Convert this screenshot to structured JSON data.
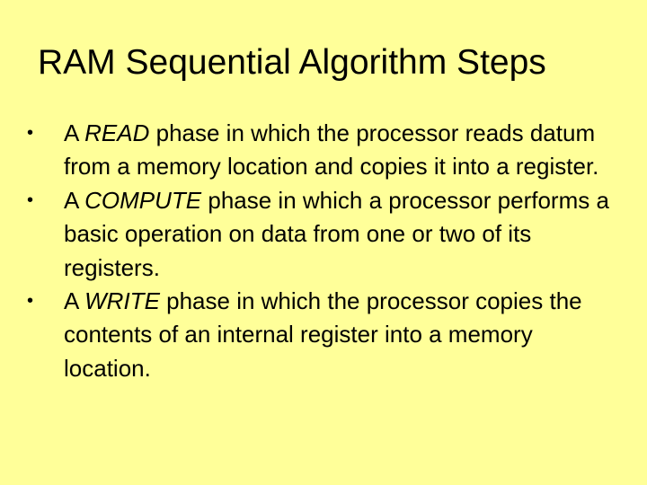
{
  "theme": {
    "background": "#FFFF99",
    "text_color": "#000000"
  },
  "slide": {
    "title": "RAM Sequential Algorithm Steps",
    "bullet_marker": "•",
    "bullets": [
      {
        "prefix": "A ",
        "emphasis": "READ",
        "rest": " phase in which the processor reads datum from a memory location and copies it into a register."
      },
      {
        "prefix": "A ",
        "emphasis": "COMPUTE",
        "rest": " phase in which a processor performs a basic operation on data from one or two of its registers."
      },
      {
        "prefix": "A ",
        "emphasis": "WRITE",
        "rest": " phase in which the processor copies the contents of an internal register into a memory location."
      }
    ]
  }
}
